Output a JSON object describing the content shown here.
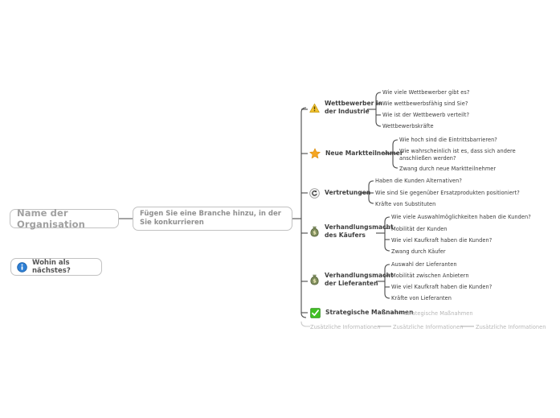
{
  "diagram": {
    "type": "mind-map",
    "title_hidden": true,
    "root": {
      "label": "Name der Organisation",
      "icon": "none"
    },
    "central_topic": {
      "label": "Fügen Sie eine Branche hinzu, in der Sie konkurrieren",
      "icon": "none"
    },
    "hint": {
      "label": "Wohin als nächstes?",
      "icon": "info-icon"
    },
    "branches": [
      {
        "id": "wettbewerber",
        "icon": "warning-icon",
        "label": "Wettbewerber in\nder Industrie",
        "children": [
          "Wie viele Wettbewerber gibt es?",
          "Wie wettbewerbsfähig sind Sie?",
          "Wie ist der Wettbewerb verteilt?",
          "Wettbewerbskräfte"
        ]
      },
      {
        "id": "neue-marktteilnehmer",
        "icon": "star-icon",
        "label": "Neue Marktteilnehmer",
        "children": [
          "Wie hoch sind die Eintrittsbarrieren?",
          "Wie wahrscheinlich ist es, dass sich andere anschließen werden?",
          "Zwang durch neue Marktteilnehmer"
        ]
      },
      {
        "id": "vertretungen",
        "icon": "circle-arrow-icon",
        "label": "Vertretungen",
        "children": [
          "Haben die Kunden Alternativen?",
          "Wie sind Sie gegenüber Ersatzprodukten positioniert?",
          "Kräfte von Substituten"
        ]
      },
      {
        "id": "verhandlungsmacht-kaeufer",
        "icon": "money-bag-icon",
        "label": "Verhandlungsmacht\ndes Käufers",
        "children": [
          "Wie viele Auswahlmöglichkeiten haben die Kunden?",
          "Mobilität der Kunden",
          "Wie viel Kaufkraft haben die Kunden?",
          "Zwang durch Käufer"
        ]
      },
      {
        "id": "verhandlungsmacht-lieferanten",
        "icon": "money-bag-icon",
        "label": "Verhandlungsmacht\nder Lieferanten",
        "children": [
          "Auswahl der Lieferanten",
          "Mobilität zwischen Anbietern",
          "Wie viel Kaufkraft haben die Kunden?",
          "Kräfte von Lieferanten"
        ]
      },
      {
        "id": "strategische-massnahmen",
        "icon": "green-check-icon",
        "label": "Strategische Maßnahmen",
        "children": [
          "Strategische Maßnahmen"
        ]
      },
      {
        "id": "zusaetzliche-informationen",
        "icon": "none",
        "label": "Zusätzliche Informationen",
        "children": [
          "Zusätzliche Informationen",
          "Zusätzliche Informationen"
        ]
      }
    ]
  },
  "colors": {
    "line": "#4a4a4a",
    "line_muted": "#c9c9c9",
    "node_border": "#c2c2c2",
    "root_text": "#a0a0a0",
    "topic_text": "#3f3f3f",
    "sub_text": "#3b3b3b",
    "muted_text": "#b7b7b7",
    "warning": "#f2c230",
    "star": "#f5a623",
    "money": "#7d8c5c",
    "check": "#3fc022",
    "info": "#2e7fd4"
  }
}
